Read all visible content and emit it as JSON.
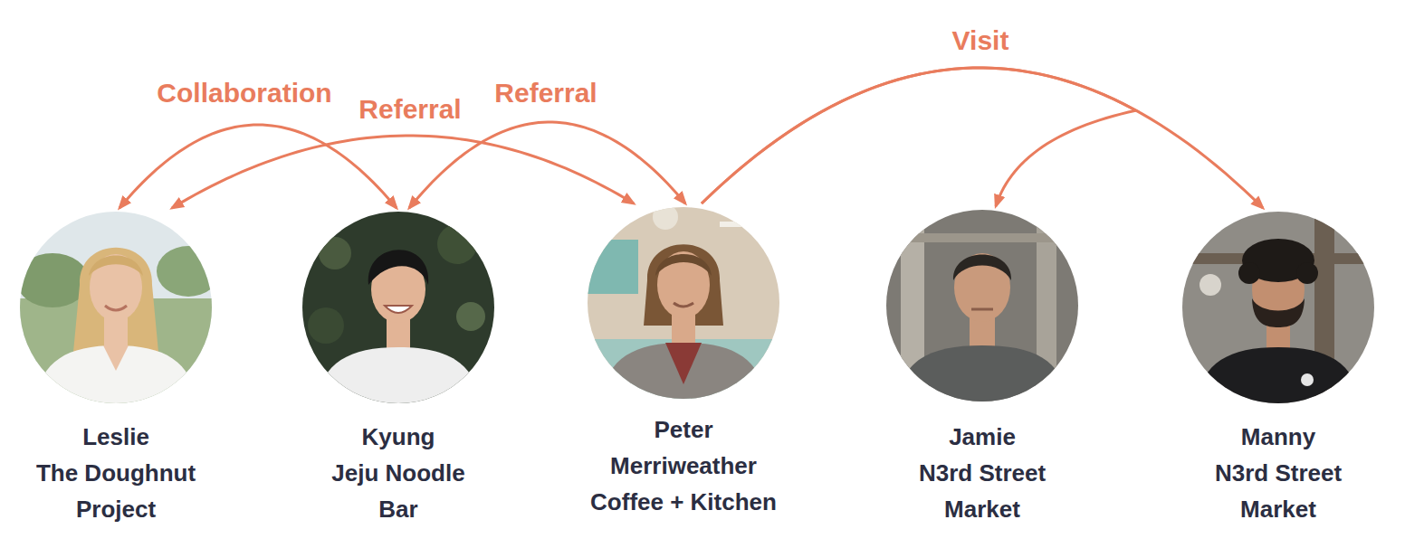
{
  "diagram": {
    "nodes": [
      {
        "text": [
          "Leslie",
          "The Doughnut Project"
        ]
      },
      {
        "text": [
          "Kyung",
          "Jeju Noodle Bar"
        ]
      },
      {
        "text": [
          "Peter",
          "Merriweather Coffee + Kitchen"
        ]
      },
      {
        "text": [
          "Jamie",
          "N3rd Street Market"
        ]
      },
      {
        "text": [
          "Manny",
          "N3rd Street Market"
        ]
      }
    ],
    "edges": [
      {
        "from": 0,
        "to": 1,
        "label": "Collaboration",
        "arrow": "both"
      },
      {
        "from": 0,
        "to": 2,
        "label": "Referral",
        "arrow": "both"
      },
      {
        "from": 1,
        "to": 2,
        "label": "Referral",
        "arrow": "both"
      },
      {
        "from": 2,
        "to": 3,
        "label": "Visit",
        "arrow": "to"
      },
      {
        "from": 2,
        "to": 4,
        "arrow": "to"
      }
    ]
  }
}
